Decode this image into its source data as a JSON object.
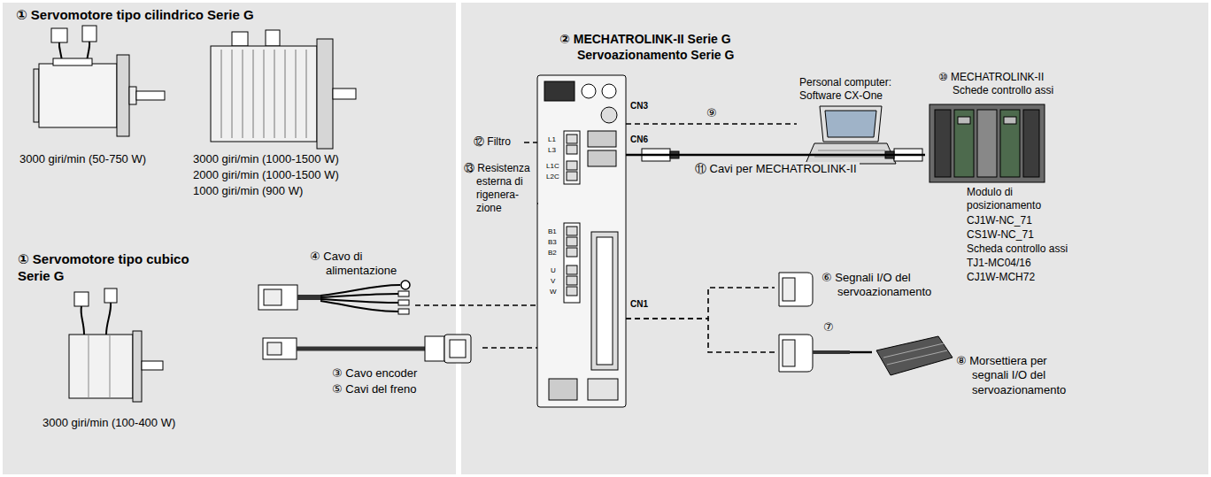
{
  "diagram": {
    "nodes": [
      {
        "text": [
          "① Servomotore tipo cilindrico Serie G",
          "3000 giri/min (50-750 W)",
          "3000 giri/min (1000-1500 W)",
          "2000 giri/min (1000-1500 W)",
          "1000 giri/min (900 W)"
        ]
      },
      {
        "text": [
          "① Servomotore tipo cubico Serie G",
          "3000 giri/min (100-400 W)"
        ]
      },
      {
        "text": [
          "② MECHATROLINK-II Serie G Servoazionamento Serie G"
        ]
      },
      {
        "text": [
          "Personal computer: Software CX-One"
        ]
      },
      {
        "text": [
          "⑩ MECHATROLINK-II Schede controllo assi",
          "Modulo di posizionamento",
          "CJ1W-NC_71",
          "CS1W-NC_71",
          "Scheda controllo assi",
          "TJ1-MC04/16",
          "CJ1W-MCH72"
        ]
      },
      {
        "text": [
          "⑥ Segnali I/O del servoazionamento"
        ]
      },
      {
        "text": [
          "⑦"
        ]
      },
      {
        "text": [
          "⑧ Morsettiera per segnali I/O del servoazionamento"
        ]
      },
      {
        "text": [
          "⑫ Filtro"
        ]
      },
      {
        "text": [
          "⑬ Resistenza esterna di rigenera- zione"
        ]
      },
      {
        "text": [
          "④ Cavo di alimentazione"
        ]
      },
      {
        "text": [
          "③ Cavo encoder",
          "⑤ Cavi del freno"
        ]
      }
    ],
    "edges": [
      {
        "from": 2,
        "to": 3,
        "arrow": "none",
        "label": "⑨"
      },
      {
        "from": 2,
        "to": 4,
        "arrow": "none",
        "label": "⑪ Cavi per MECHATROLINK-II"
      },
      {
        "from": 8,
        "to": 2,
        "arrow": "none"
      },
      {
        "from": 9,
        "to": 2,
        "arrow": "none"
      },
      {
        "from": 10,
        "to": 2,
        "arrow": "none"
      },
      {
        "from": 11,
        "to": 2,
        "arrow": "none"
      },
      {
        "from": 2,
        "to": 5,
        "arrow": "none"
      },
      {
        "from": 2,
        "to": 6,
        "arrow": "none"
      },
      {
        "from": 6,
        "to": 7,
        "arrow": "none"
      }
    ],
    "labels": [
      "CN3",
      "CN6",
      "CN1",
      "L1",
      "L3",
      "L1C",
      "L2C",
      "B1",
      "B3",
      "B2",
      "U",
      "V",
      "W"
    ]
  }
}
